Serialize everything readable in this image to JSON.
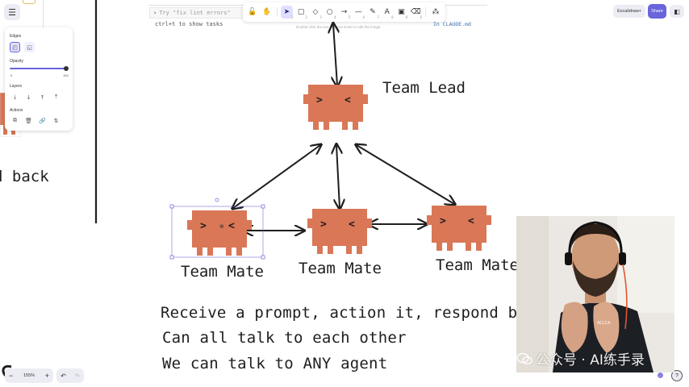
{
  "app": {
    "name": "Excalidraw"
  },
  "menu": {
    "icon": "hamburger-icon"
  },
  "properties_panel": {
    "edges_label": "Edges",
    "opacity_label": "Opacity",
    "opacity_min": "0",
    "opacity_max": "100",
    "opacity_value": 100,
    "layers_label": "Layers",
    "actions_label": "Actions"
  },
  "toolbar": {
    "tools": [
      {
        "name": "lock",
        "icon": "lock-icon",
        "glyph": "🔓",
        "key": ""
      },
      {
        "name": "hand",
        "icon": "hand-icon",
        "glyph": "✋",
        "key": ""
      },
      {
        "name": "selection",
        "icon": "pointer-icon",
        "glyph": "➤",
        "key": "1",
        "active": true
      },
      {
        "name": "rectangle",
        "icon": "rectangle-icon",
        "glyph": "▢",
        "key": "2"
      },
      {
        "name": "diamond",
        "icon": "diamond-icon",
        "glyph": "◇",
        "key": "3"
      },
      {
        "name": "ellipse",
        "icon": "ellipse-icon",
        "glyph": "○",
        "key": "4"
      },
      {
        "name": "arrow",
        "icon": "arrow-icon",
        "glyph": "→",
        "key": "5"
      },
      {
        "name": "line",
        "icon": "line-icon",
        "glyph": "—",
        "key": "6"
      },
      {
        "name": "draw",
        "icon": "pencil-icon",
        "glyph": "✎",
        "key": "7"
      },
      {
        "name": "text",
        "icon": "text-icon",
        "glyph": "A",
        "key": "8"
      },
      {
        "name": "image",
        "icon": "image-icon",
        "glyph": "▣",
        "key": "9"
      },
      {
        "name": "eraser",
        "icon": "eraser-icon",
        "glyph": "⌫",
        "key": "0"
      },
      {
        "name": "more",
        "icon": "shapes-icon",
        "glyph": "⁂",
        "key": ""
      }
    ]
  },
  "terminal": {
    "prompt_placeholder": "Try \"fix lint errors\"",
    "hint": "ctrl+t to show tasks",
    "claude_ref": "In CLAUDE.md"
  },
  "canvas_hint": "Double-click the text or press Enter to edit the image",
  "header_right": {
    "excalidraw_plus": "Excalidraw+",
    "share": "Share",
    "library_icon": "library-icon"
  },
  "diagram": {
    "left_partial_text": "d back",
    "labels": {
      "team_lead": "Team Lead",
      "team_mate_1": "Team Mate",
      "team_mate_2": "Team Mate",
      "team_mate_3": "Team Mate"
    },
    "robot_face": {
      "left_eye": ">",
      "right_eye": "<"
    },
    "bullets": [
      "Receive a prompt, action it, respond back",
      "Can all talk to each other",
      "We can talk to ANY agent"
    ],
    "colors": {
      "robot": "#d97757",
      "robot_shadow": "#c4613f",
      "stroke": "#1e1e1e",
      "selection": "#6965db"
    }
  },
  "footer": {
    "zoom": "155%",
    "zoom_out": "−",
    "zoom_in": "+",
    "undo_icon": "undo-icon",
    "redo_icon": "redo-icon",
    "help": "?"
  },
  "watermark": {
    "text": "公众号 · AI练手录",
    "icon": "wechat-icon"
  }
}
